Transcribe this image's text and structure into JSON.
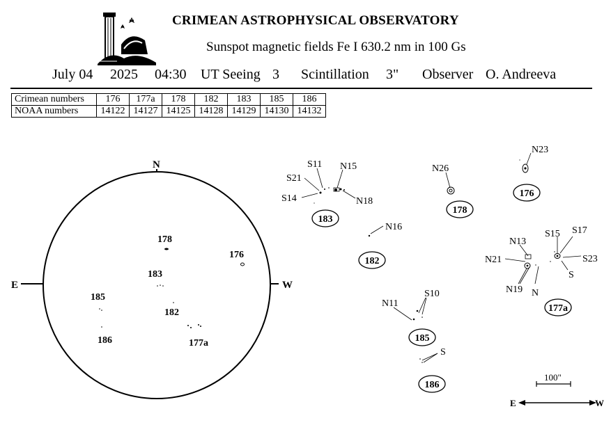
{
  "header": {
    "title": "CRIMEAN ASTROPHYSICAL OBSERVATORY",
    "subtitle": "Sunspot  magnetic  fields  Fe I 630.2 nm in 100 Gs",
    "date_month_day": "July  04",
    "year": "2025",
    "time": "04:30",
    "ut_seeing": "UT Seeing",
    "seeing_value": "3",
    "scintillation_label": "Scintillation",
    "scintillation_value": "3\"",
    "observer_label": "Observer",
    "observer_name": "O. Andreeva"
  },
  "numbers_table": {
    "rows": [
      {
        "label": "Crimean numbers",
        "values": [
          "176",
          "177a",
          "178",
          "182",
          "183",
          "185",
          "186"
        ]
      },
      {
        "label": "NOAA numbers",
        "values": [
          "14122",
          "14127",
          "14125",
          "14128",
          "14129",
          "14130",
          "14132"
        ]
      }
    ]
  },
  "disk": {
    "north": "N",
    "east": "E",
    "west": "W",
    "regions": [
      "178",
      "176",
      "183",
      "185",
      "182",
      "186",
      "177a"
    ]
  },
  "detail": {
    "regions": [
      "183",
      "178",
      "176",
      "182",
      "177a",
      "185",
      "186"
    ],
    "polarity_labels": [
      "S11",
      "N15",
      "S21",
      "S14",
      "N18",
      "N26",
      "N23",
      "N16",
      "N13",
      "S15",
      "S17",
      "N21",
      "S23",
      "S",
      "N19",
      "N",
      "N11",
      "S10",
      "S"
    ],
    "scale_label": "100\"",
    "axis_east": "E",
    "axis_west": "W"
  }
}
